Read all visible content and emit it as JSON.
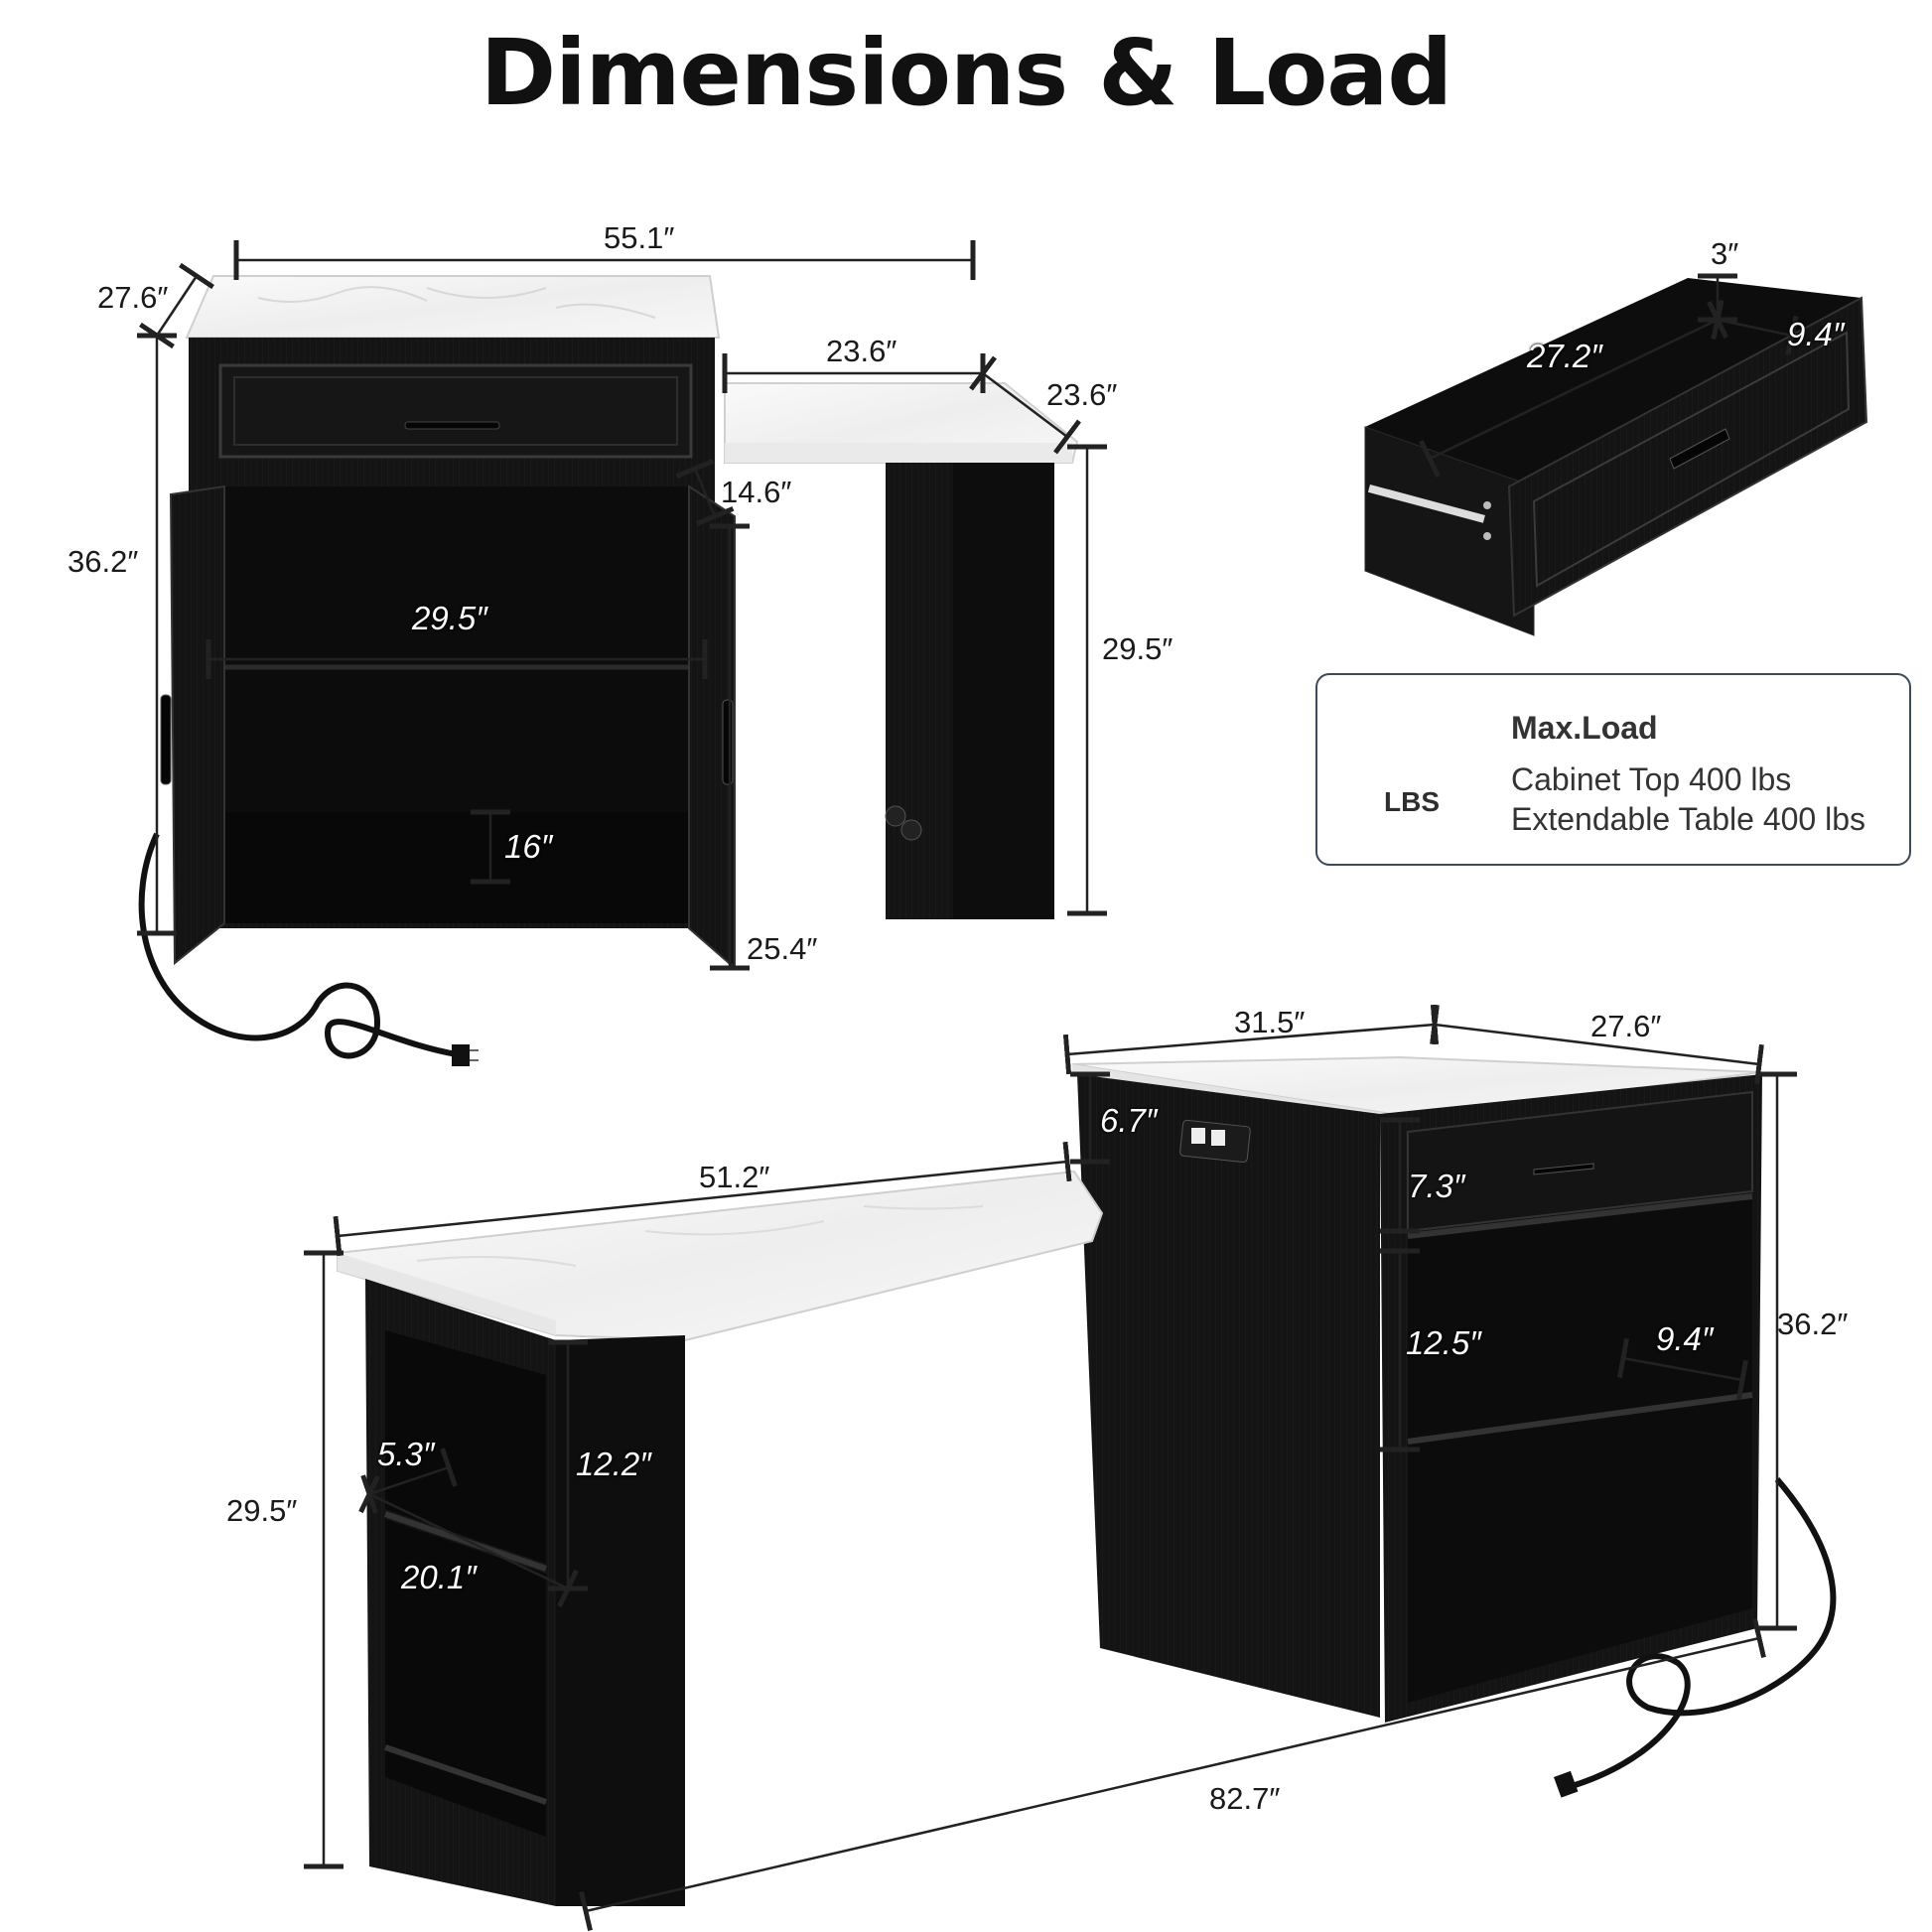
{
  "title": "Dimensions & Load",
  "top_view": {
    "width_total": "55.1″",
    "depth": "27.6″",
    "height": "36.2″",
    "table_width": "23.6″",
    "table_depth": "23.6″",
    "table_height": "29.5″",
    "gap": "14.6″",
    "shelf_width": "29.5″",
    "shelf_height": "16″",
    "lower_height": "25.4″"
  },
  "drawer": {
    "height": "3″",
    "length": "27.2″",
    "depth": "9.4″"
  },
  "max_load": {
    "icon_label": "LBS",
    "heading": "Max.Load",
    "line1": "Cabinet Top 400 lbs",
    "line2": "Extendable Table 400 lbs"
  },
  "extended_view": {
    "cabinet_width": "31.5″",
    "cabinet_depth": "27.6″",
    "outlet_height": "6.7″",
    "drawer_height": "7.3″",
    "table_length": "51.2″",
    "cabinet_height": "36.2″",
    "shelf_height": "12.5″",
    "shelf_depth": "9.4″",
    "leg_shelf_height": "12.2″",
    "leg_shelf_depth": "5.3″",
    "leg_shelf_width": "20.1″",
    "table_height": "29.5″",
    "total_length": "82.7″"
  },
  "colors": {
    "cabinet": "#121212",
    "marble": "#f2f2f2",
    "card_border": "#3c4a5a"
  }
}
